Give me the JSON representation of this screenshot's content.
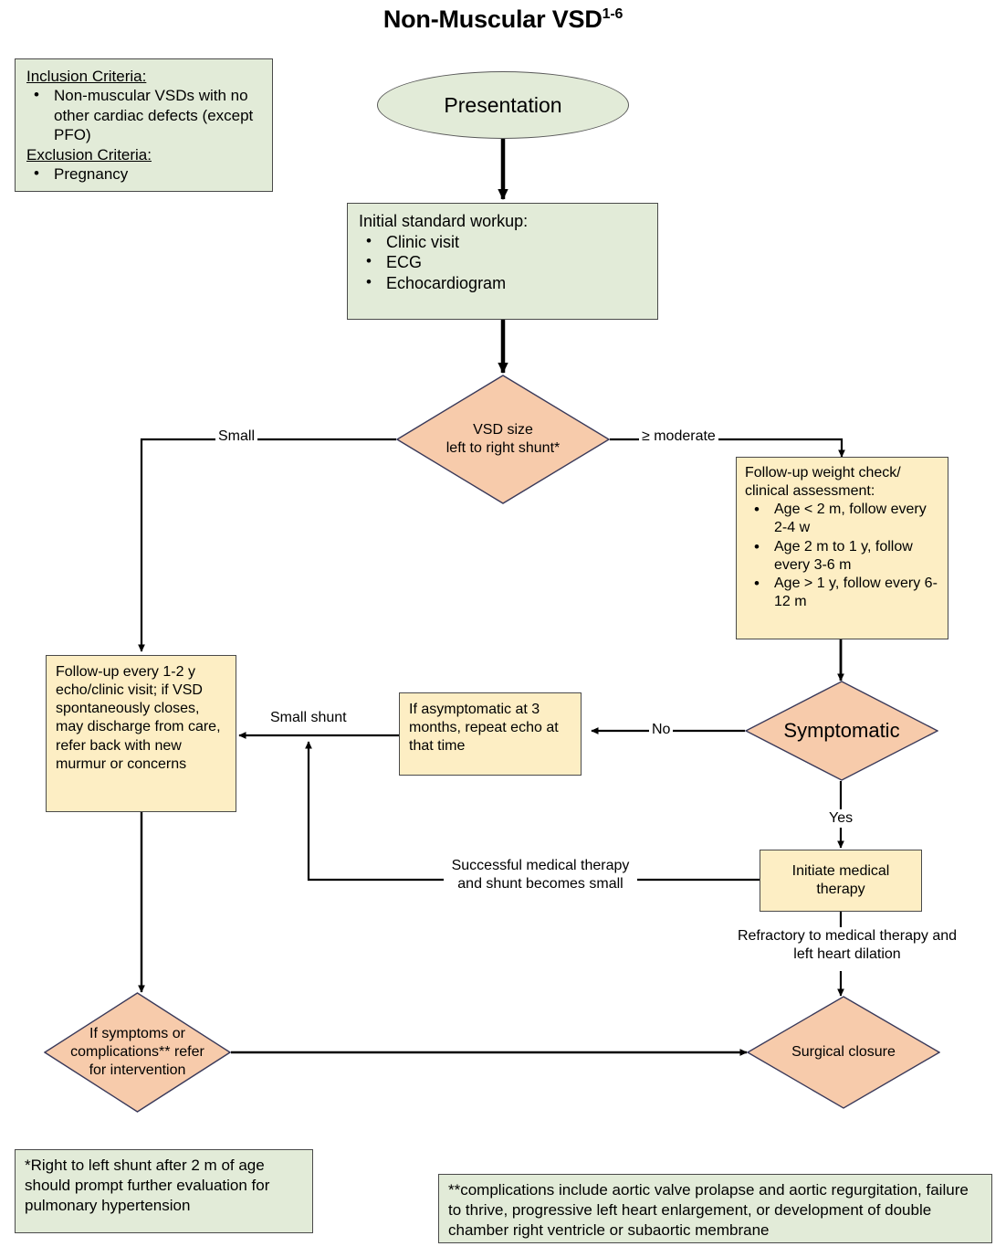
{
  "title": {
    "main": "Non-Muscular VSD",
    "superscript": "1-6"
  },
  "criteria_box": {
    "inclusion_heading": "Inclusion Criteria:",
    "inclusion_items": [
      "Non-muscular VSDs with no other cardiac defects (except PFO)"
    ],
    "exclusion_heading": "Exclusion Criteria:",
    "exclusion_items": [
      "Pregnancy"
    ]
  },
  "nodes": {
    "presentation": "Presentation",
    "initial_workup_heading": "Initial standard workup:",
    "initial_workup_items": [
      "Clinic visit",
      "ECG",
      "Echocardiogram"
    ],
    "vsd_size": "VSD size\nleft to right shunt*",
    "vsd_size_line1": "VSD size",
    "vsd_size_line2": "left to right shunt*",
    "followup_weight_heading_line1": "Follow-up weight check/",
    "followup_weight_heading_line2": "clinical assessment:",
    "followup_weight_items": [
      "Age < 2 m, follow every 2-4 w",
      "Age 2 m to 1 y, follow every 3-6 m",
      "Age > 1 y, follow every 6-12 m"
    ],
    "followup_1_2y": "Follow-up every 1-2 y echo/clinic visit; if VSD spontaneously closes, may discharge from care, refer back with new murmur or concerns",
    "asymptomatic_3mo": "If asymptomatic at 3 months, repeat echo at that time",
    "symptomatic": "Symptomatic",
    "initiate_medical_therapy_line1": "Initiate medical",
    "initiate_medical_therapy_line2": "therapy",
    "symptoms_complications_line1": "If symptoms or",
    "symptoms_complications_line2": "complications** refer",
    "symptoms_complications_line3": "for intervention",
    "surgical_closure": "Surgical closure"
  },
  "edge_labels": {
    "small": "Small",
    "moderate": "≥ moderate",
    "no": "No",
    "yes": "Yes",
    "small_shunt": "Small shunt",
    "successful_line1": "Successful medical therapy",
    "successful_line2": "and shunt becomes small",
    "refractory_line1": "Refractory to medical therapy and",
    "refractory_line2": "left heart dilation"
  },
  "footnotes": {
    "single_star": "*Right to left shunt after 2 m of age should prompt further evaluation for pulmonary hypertension",
    "double_star": "**complications include aortic valve prolapse and aortic regurgitation, failure to thrive, progressive left heart enlargement, or development of double chamber right ventricle or subaortic membrane"
  },
  "colors": {
    "green_fill": "#e2ebd8",
    "cream_fill": "#fdeec4",
    "peach_fill": "#f7cbab",
    "box_border": "#4a4a4a",
    "diamond_border": "#3a3a5a",
    "edge_stroke": "#000000"
  }
}
